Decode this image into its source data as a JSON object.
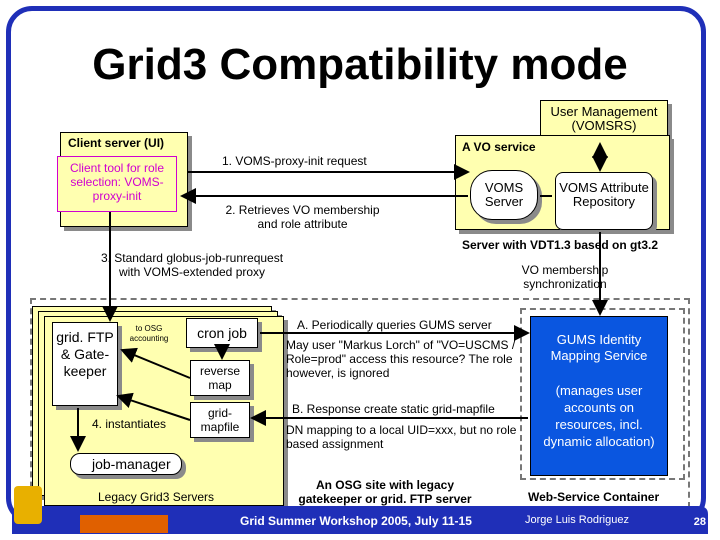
{
  "title": "Grid3 Compatibility mode",
  "user_mgmt": "User Management (VOMSRS)",
  "client_server": {
    "label": "Client server (UI)",
    "tool": "Client tool for role selection: VOMS-proxy-init"
  },
  "vo_service": {
    "label": "A VO service",
    "voms_server": "VOMS Server",
    "repository": "VOMS Attribute Repository",
    "server_note": "Server with VDT1.3 based on gt3.2",
    "sync_note": "VO membership synchronization"
  },
  "steps": {
    "s1": "1. VOMS-proxy-init request",
    "s2": "2. Retrieves VO membership and role attribute",
    "s3": "3. Standard globus-job-runrequest with VOMS-extended proxy",
    "s4": "4. instantiates"
  },
  "legacy": {
    "gridftp": "grid. FTP & Gate-keeper",
    "to_osg": "to OSG accounting",
    "cron": "cron job",
    "reverse": "reverse map",
    "gridmapfile": "grid-mapfile",
    "job_manager": "job-manager",
    "servers": "Legacy Grid3 Servers"
  },
  "gums_flow": {
    "a": "A. Periodically queries GUMS server",
    "a_note": "May user \"Markus Lorch\" of \"VO=USCMS / Role=prod\" access this resource? The role however, is ignored",
    "b": "B. Response create static grid-mapfile",
    "b_note": "DN mapping to a local UID=xxx, but no role based assignment"
  },
  "osg_site": "An OSG site with legacy gatekeeper or grid. FTP server",
  "gums": {
    "service": "GUMS Identity Mapping Service",
    "desc": "(manages user accounts on resources, incl. dynamic allocation)",
    "container": "Web-Service Container"
  },
  "footer": {
    "workshop": "Grid Summer Workshop 2005, July 11-15",
    "author": "Jorge Luis Rodriguez",
    "slide": "28"
  },
  "colors": {
    "frame": "#1f2fb8",
    "box": "#ffffb0",
    "service": "#0a56e0",
    "tool_border": "#d000d0"
  }
}
